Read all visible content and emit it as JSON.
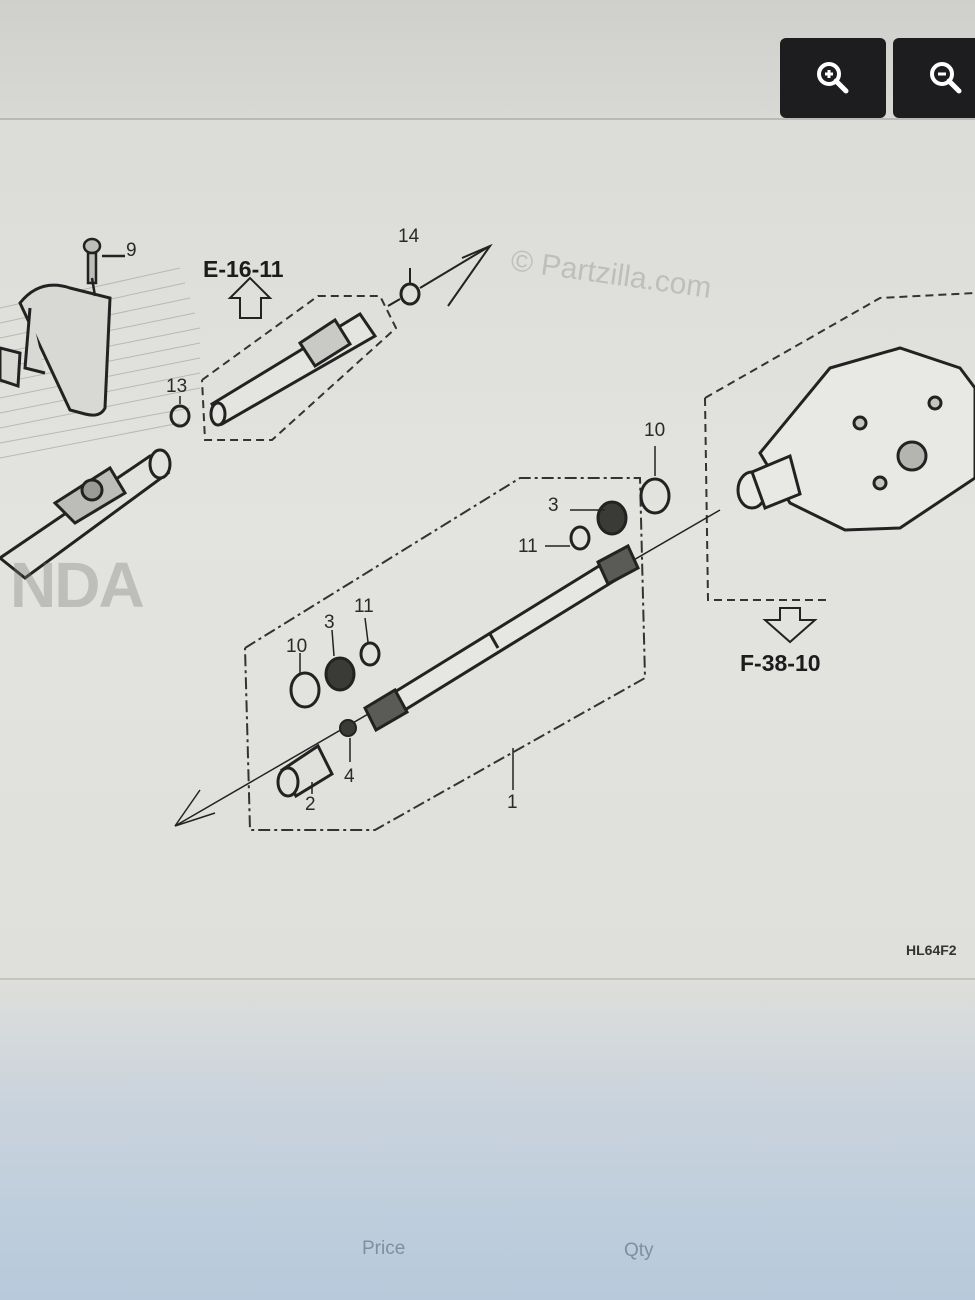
{
  "toolbar": {
    "zoom_in_icon": "zoom-in-icon",
    "zoom_out_icon": "zoom-out-icon"
  },
  "diagram": {
    "watermark": "© Partzilla.com",
    "brand_watermark": "NDA",
    "ref_top": "E-16-11",
    "ref_right": "F-38-10",
    "code": "HL64F2",
    "callouts": {
      "c1": "1",
      "c2": "2",
      "c3a": "3",
      "c3b": "3",
      "c4": "4",
      "c9": "9",
      "c10a": "10",
      "c10b": "10",
      "c11a": "11",
      "c11b": "11",
      "c13": "13",
      "c14": "14"
    }
  },
  "table_header": {
    "price": "Price",
    "qty": "Qty"
  },
  "colors": {
    "button_bg": "#1d1d1f",
    "line": "#2a2a2a"
  }
}
